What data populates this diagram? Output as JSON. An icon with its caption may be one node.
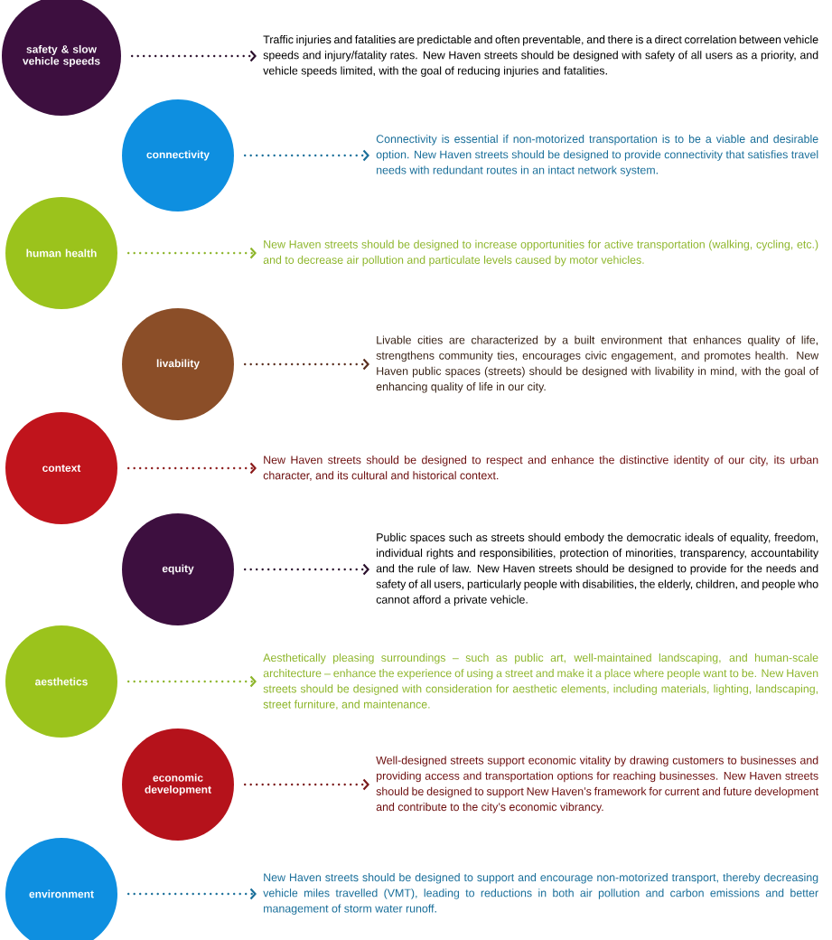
{
  "diagram": {
    "nodes": [
      {
        "text": [
          "safety & slow vehicle speeds"
        ]
      },
      {
        "text": [
          "Traffic injuries and fatalities are predictable and often preventable, and there is a direct correlation between vehicle speeds and injury/fatality rates. New Haven streets should be designed with safety of all users as a priority, and vehicle speeds limited, with the goal of reducing injuries and fatalities."
        ]
      },
      {
        "text": [
          "connectivity"
        ]
      },
      {
        "text": [
          "Connectivity is essential if non-motorized transportation is to be a viable and desirable option. New Haven streets should be designed to provide connectivity that satisfies travel needs with redundant routes in an intact network system."
        ]
      },
      {
        "text": [
          "human health"
        ]
      },
      {
        "text": [
          "New Haven streets should be designed to increase opportunities for active transportation (walking, cycling, etc.) and to decrease air pollution and particulate levels caused by motor vehicles."
        ]
      },
      {
        "text": [
          "livability"
        ]
      },
      {
        "text": [
          "Livable cities are characterized by a built environment that enhances quality of life, strengthens community ties, encourages civic engagement, and promotes health. New Haven public spaces (streets) should be designed with livability in mind, with the goal of enhancing quality of life in our city."
        ]
      },
      {
        "text": [
          "context"
        ]
      },
      {
        "text": [
          "New Haven streets should be designed to respect and enhance the distinctive identity of our city, its urban character, and its cultural and historical context."
        ]
      },
      {
        "text": [
          "equity"
        ]
      },
      {
        "text": [
          "Public spaces such as streets should embody the democratic ideals of equality, freedom, individual rights and responsibilities, protection of minorities, transparency, accountability and the rule of law.  New Haven streets should be designed to provide for the needs and safety of all users, particularly people with disabilities, the elderly, children, and people who cannot afford a private vehicle."
        ]
      },
      {
        "text": [
          "aesthetics"
        ]
      },
      {
        "text": [
          "Aesthetically pleasing surroundings – such as public art, well-maintained landscaping, and human-scale architecture – enhance the experience of using a street and make it a place where people want to be. New Haven streets should be designed with consideration for aesthetic elements, including materials, lighting, landscaping, street furniture, and maintenance."
        ]
      },
      {
        "text": [
          "economic development"
        ]
      },
      {
        "text": [
          "Well-designed streets support economic vitality by drawing customers to businesses and providing access and transportation options for reaching businesses. New Haven streets should be designed to support New Haven’s framework for current and future development and contribute to the city’s economic vibrancy."
        ]
      },
      {
        "text": [
          "environment"
        ]
      },
      {
        "text": [
          "New Haven streets should be designed to support and encourage non-motorized transport, thereby decreasing vehicle miles travelled (VMT), leading to reductions in both air pollution and carbon emissions and better management of storm water runoff."
        ]
      }
    ],
    "edges": [
      {
        "from": 0,
        "to": 1,
        "arrow": "to",
        "color": "#2a0f2c"
      },
      {
        "from": 2,
        "to": 3,
        "arrow": "to",
        "color": "#1a6f9a"
      },
      {
        "from": 4,
        "to": 5,
        "arrow": "to",
        "color": "#8db52a"
      },
      {
        "from": 6,
        "to": 7,
        "arrow": "to",
        "color": "#5a2e1e"
      },
      {
        "from": 8,
        "to": 9,
        "arrow": "to",
        "color": "#8b1a1a"
      },
      {
        "from": 10,
        "to": 11,
        "arrow": "to",
        "color": "#2a0f2c"
      },
      {
        "from": 12,
        "to": 13,
        "arrow": "to",
        "color": "#8db52a"
      },
      {
        "from": 14,
        "to": 15,
        "arrow": "to",
        "color": "#7a1a1a"
      },
      {
        "from": 16,
        "to": 17,
        "arrow": "to",
        "color": "#1a6f9a"
      }
    ]
  }
}
